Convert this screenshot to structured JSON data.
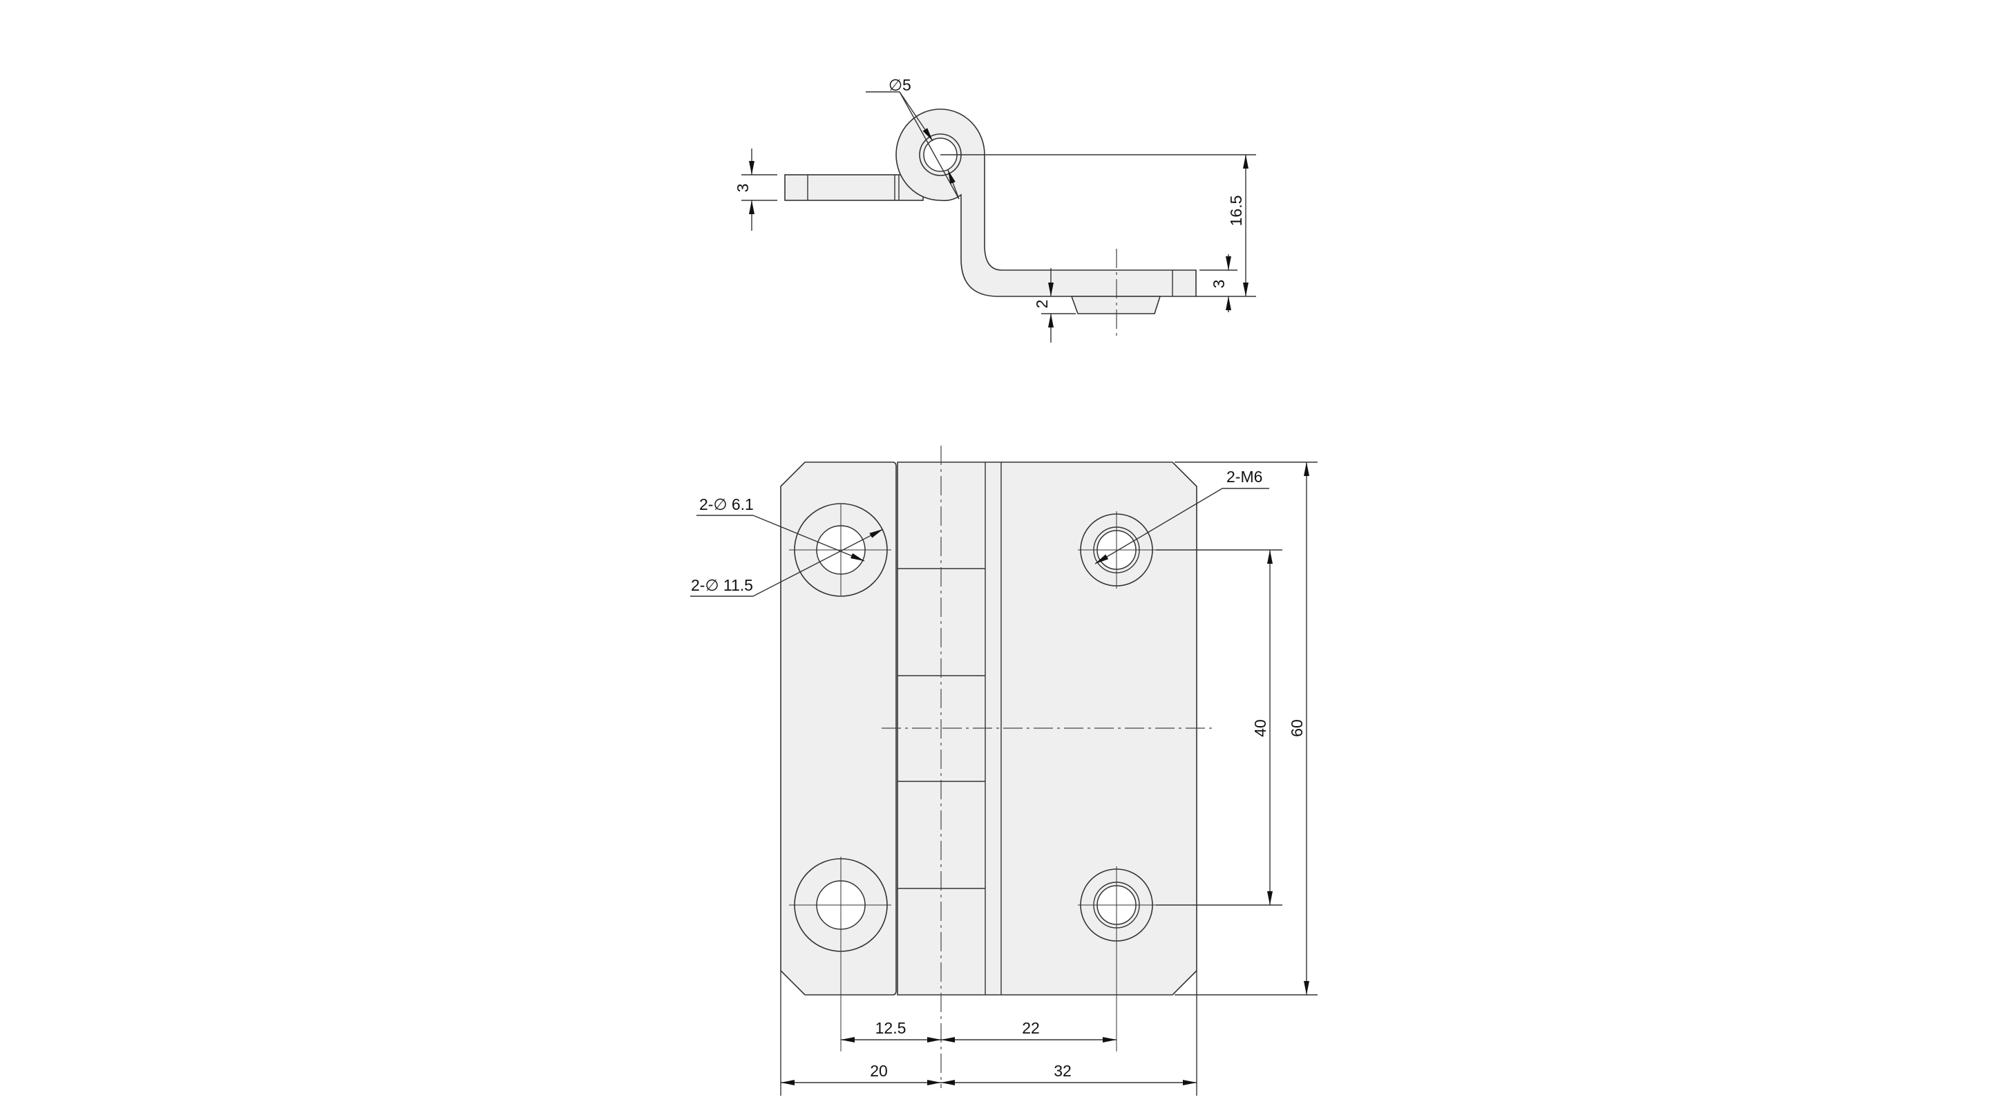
{
  "side_view": {
    "dims": {
      "pin_diameter": "∅5",
      "flange_thickness_left": "3",
      "height": "16.5",
      "flange_thickness_right": "3",
      "boss_height": "2"
    }
  },
  "front_view": {
    "dims": {
      "counterbore": "2-∅ 6.1",
      "counterbore_outer": "2-∅ 11.5",
      "thread": "2-M6",
      "hole_spacing_vertical": "40",
      "overall_height": "60",
      "left_hole_offset": "12.5",
      "right_hole_offset": "22",
      "left_leaf_width": "20",
      "right_leaf_width": "32"
    }
  },
  "colors": {
    "part_fill": "#efefef",
    "line": "#333333"
  }
}
